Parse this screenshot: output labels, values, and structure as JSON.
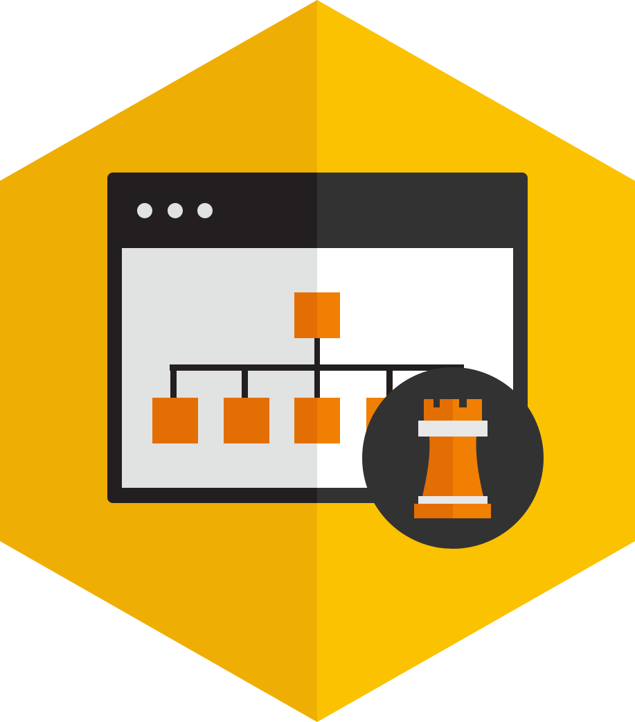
{
  "illustration": {
    "subject": "browser-window-with-org-chart-and-chess-rook",
    "window": {
      "control_dots": 3,
      "org_chart": {
        "root_nodes": 1,
        "child_nodes": 4
      }
    },
    "badge": {
      "icon": "chess-rook-icon"
    }
  },
  "colors": {
    "hexagon_left": "#EFAE04",
    "hexagon_right": "#FBC201",
    "window_frame_left": "#231F20",
    "window_frame_right": "#333233",
    "window_content_left": "#E1E2E2",
    "window_content_right": "#FFFFFF",
    "control_dot": "#E1E2E2",
    "chart_line": "#231F20",
    "node_left": "#E36E03",
    "node_right": "#F07F03",
    "badge_circle": "#333233",
    "rook_light_band": "#E8E8E8"
  }
}
